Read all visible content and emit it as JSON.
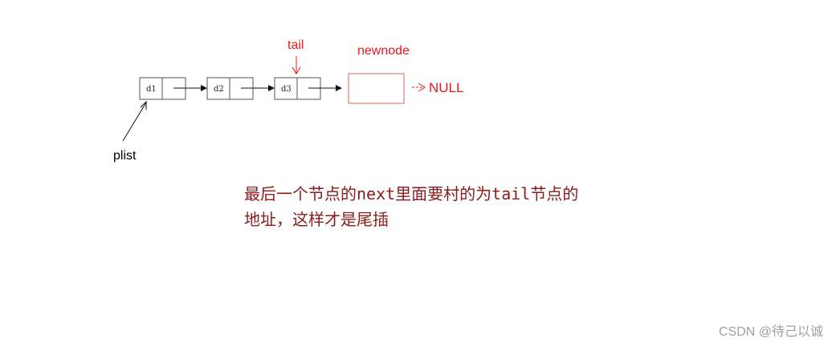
{
  "nodes": [
    {
      "label": "d1"
    },
    {
      "label": "d2"
    },
    {
      "label": "d3"
    }
  ],
  "labels": {
    "tail": "tail",
    "newnode": "newnode",
    "null": "NULL",
    "plist": "plist"
  },
  "note": {
    "line1": "最后一个节点的next里面要村的为tail节点的",
    "line2": "地址，这样才是尾插"
  },
  "watermark": "CSDN @待己以诚",
  "colors": {
    "annotation_red": "#e8181e",
    "note_text": "#8b1a1a",
    "box_stroke": "#555555",
    "newnode_stroke": "#e06060"
  }
}
